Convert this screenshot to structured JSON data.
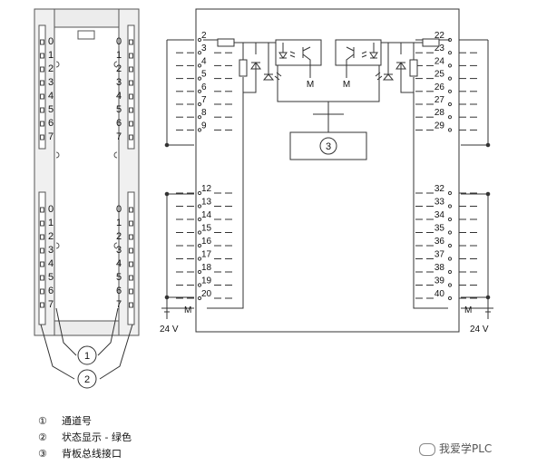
{
  "module_front": {
    "left_channels_top": [
      "0",
      "1",
      "2",
      "3",
      "4",
      "5",
      "6",
      "7"
    ],
    "left_channels_bottom": [
      "0",
      "1",
      "2",
      "3",
      "4",
      "5",
      "6",
      "7"
    ],
    "right_channels_top": [
      "0",
      "1",
      "2",
      "3",
      "4",
      "5",
      "6",
      "7"
    ],
    "right_channels_bottom": [
      "0",
      "1",
      "2",
      "3",
      "4",
      "5",
      "6",
      "7"
    ],
    "callouts": [
      "1",
      "2"
    ]
  },
  "wiring": {
    "left_terminals_top": [
      "2",
      "3",
      "4",
      "5",
      "6",
      "7",
      "8",
      "9"
    ],
    "left_terminals_bottom": [
      "12",
      "13",
      "14",
      "15",
      "16",
      "17",
      "18",
      "19",
      "20"
    ],
    "right_terminals_top": [
      "22",
      "23",
      "24",
      "25",
      "26",
      "27",
      "28",
      "29"
    ],
    "right_terminals_bottom": [
      "32",
      "33",
      "34",
      "35",
      "36",
      "37",
      "38",
      "39",
      "40"
    ],
    "ground_label": "M",
    "voltage_left": "24 V",
    "voltage_right": "24 V",
    "backplane_callout": "3"
  },
  "legend": [
    {
      "num": "①",
      "text": "通道号"
    },
    {
      "num": "②",
      "text": "状态显示 - 绿色"
    },
    {
      "num": "③",
      "text": "背板总线接口"
    }
  ],
  "watermark": "我爱学PLC"
}
